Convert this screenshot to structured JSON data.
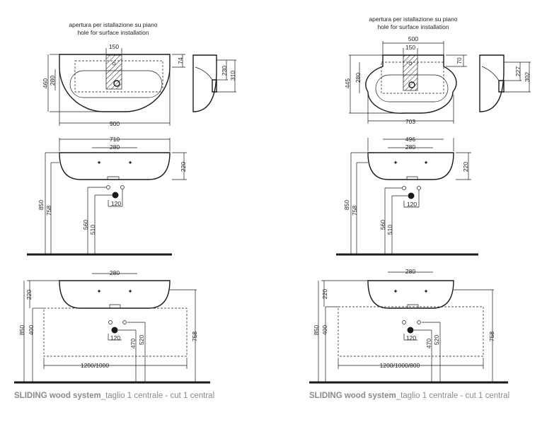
{
  "note": {
    "line1": "apertura per istallazione su piano",
    "line2": "hole for surface installation"
  },
  "left": {
    "top_dims": {
      "d150": "150",
      "d460": "460",
      "d280": "280",
      "d74": "74",
      "d900": "900",
      "d230": "230",
      "d310": "310"
    },
    "mid_dims": {
      "d710": "710",
      "d280": "280",
      "d220": "220",
      "d850": "850",
      "d758": "758",
      "d560": "560",
      "d510": "510",
      "d120": "120"
    },
    "bot_dims": {
      "d280": "280",
      "d220": "220",
      "d400": "400",
      "d850": "850",
      "d758": "758",
      "d120": "120",
      "d470": "470",
      "d520": "520",
      "d1200": "1200/1000"
    },
    "caption_bold": "SLIDING wood system",
    "caption_rest": "_taglio 1 centrale - cut 1 central"
  },
  "right": {
    "top_dims": {
      "d500": "500",
      "d150": "150",
      "d445": "445",
      "d280": "280",
      "d70": "70",
      "d703": "703",
      "d227": "227",
      "d302": "302"
    },
    "mid_dims": {
      "d496": "496",
      "d280": "280",
      "d220": "220",
      "d850": "850",
      "d758": "758",
      "d560": "560",
      "d510": "510",
      "d120": "120"
    },
    "bot_dims": {
      "d280": "280",
      "d220": "220",
      "d400": "400",
      "d850": "850",
      "d758": "758",
      "d120": "120",
      "d470": "470",
      "d520": "520",
      "d1200": "1200/1000/800"
    },
    "caption_bold": "SLIDING wood system",
    "caption_rest": "_taglio 1 centrale - cut 1 central"
  }
}
